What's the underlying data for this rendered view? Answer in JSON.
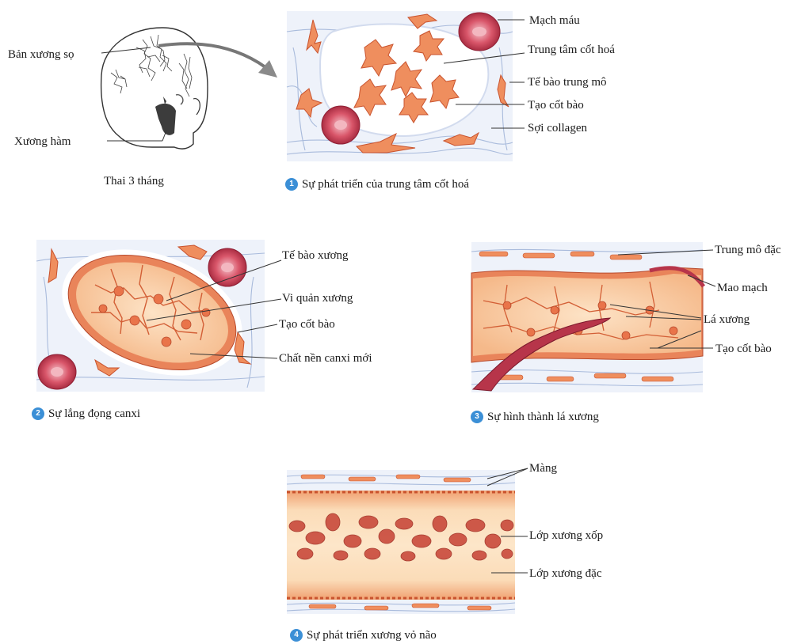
{
  "head": {
    "labels": {
      "skull_bone": "Bản xương sọ",
      "jaw_bone": "Xương hàm",
      "fetus_age": "Thai 3 tháng"
    }
  },
  "panel1": {
    "step": "1",
    "caption": "Sự phát triển của trung tâm cốt hoá",
    "labels": {
      "blood_vessel": "Mạch máu",
      "ossification_center": "Trung tâm cốt hoá",
      "mesenchymal_cell": "Tế bào trung mô",
      "osteoblast": "Tạo cốt bào",
      "collagen_fiber": "Sợi collagen"
    }
  },
  "panel2": {
    "step": "2",
    "caption": "Sự lắng đọng canxi",
    "labels": {
      "osteocyte": "Tế bào xương",
      "canaliculi": "Vi quản xương",
      "osteoblast": "Tạo cốt bào",
      "new_calcium_matrix": "Chất nền canxi mới"
    }
  },
  "panel3": {
    "step": "3",
    "caption": "Sự hình thành lá xương",
    "labels": {
      "dense_mesenchyme": "Trung mô đặc",
      "capillary": "Mao mạch",
      "bone_lamella": "Lá xương",
      "osteoblast": "Tạo cốt bào"
    }
  },
  "panel4": {
    "step": "4",
    "caption": "Sự phát triển xương vỏ não",
    "labels": {
      "membrane": "Màng",
      "spongy_bone": "Lớp xương xốp",
      "compact_bone": "Lớp xương đặc"
    }
  },
  "colors": {
    "tissue_bg": "#eef2fa",
    "fiber": "#9fb2d6",
    "cell": "#ef8e5e",
    "cell_dark": "#c9532e",
    "bone": "#f9c79a",
    "bone_light": "#fde2c4",
    "vessel": "#b7354a",
    "step_badge": "#3b8fd6"
  }
}
